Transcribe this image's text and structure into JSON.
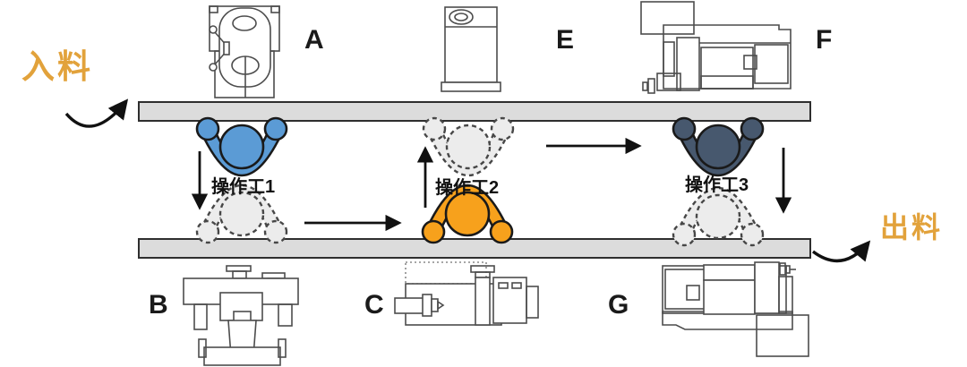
{
  "diagram": {
    "input_label": "入料",
    "output_label": "出料",
    "accent_color": "#E2A23B",
    "line_color": "#DCDCDC",
    "ghost_color": "#ECECEC",
    "stations": {
      "top": [
        "A",
        "E",
        "F"
      ],
      "bottom": [
        "B",
        "C",
        "G"
      ]
    },
    "operators": [
      {
        "label": "操作工1",
        "color": "#5B9BD5"
      },
      {
        "label": "操作工2",
        "color": "#F7A11C"
      },
      {
        "label": "操作工3",
        "color": "#47586E"
      }
    ]
  }
}
